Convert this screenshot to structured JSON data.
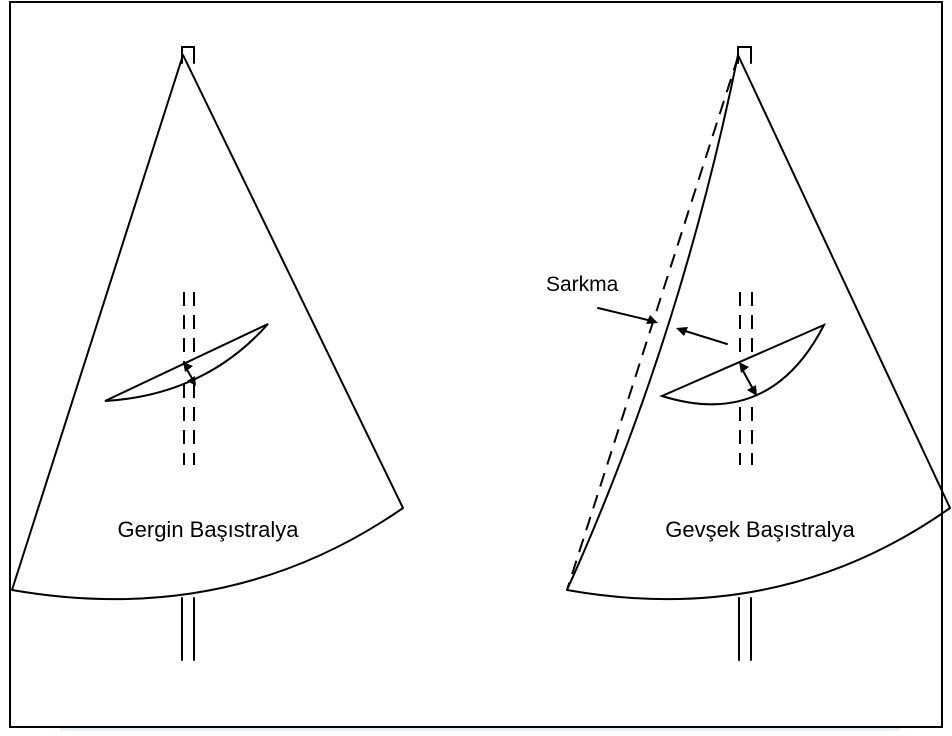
{
  "diagram": {
    "left_caption": "Gergin Başıstralya",
    "right_caption": "Gevşek Başıstralya",
    "sag_label": "Sarkma"
  },
  "colors": {
    "ink": "#000000",
    "background": "#ffffff",
    "faint_band": "#e8f0fb"
  }
}
